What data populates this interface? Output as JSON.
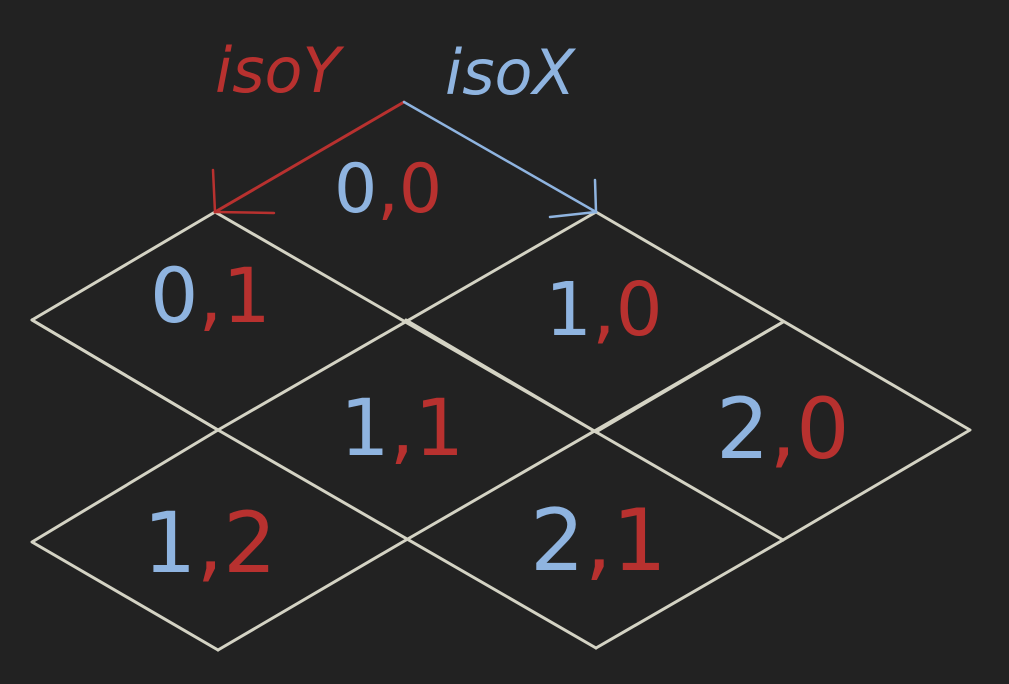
{
  "colors": {
    "background": "#222222",
    "grid": "#d4d3c4",
    "iso_x": "#8fb4e0",
    "iso_y": "#b8312f"
  },
  "axes": {
    "iso_y_label": "isoY",
    "iso_x_label": "isoX"
  },
  "tiles": [
    {
      "id": "0-0",
      "x": "0",
      "comma": ",",
      "y": "0"
    },
    {
      "id": "0-1",
      "x": "0",
      "comma": ",",
      "y": "1"
    },
    {
      "id": "1-0",
      "x": "1",
      "comma": ",",
      "y": "0"
    },
    {
      "id": "1-1",
      "x": "1",
      "comma": ",",
      "y": "1"
    },
    {
      "id": "2-0",
      "x": "2",
      "comma": ",",
      "y": "0"
    },
    {
      "id": "1-2",
      "x": "1",
      "comma": ",",
      "y": "2"
    },
    {
      "id": "2-1",
      "x": "2",
      "comma": ",",
      "y": "1"
    }
  ]
}
